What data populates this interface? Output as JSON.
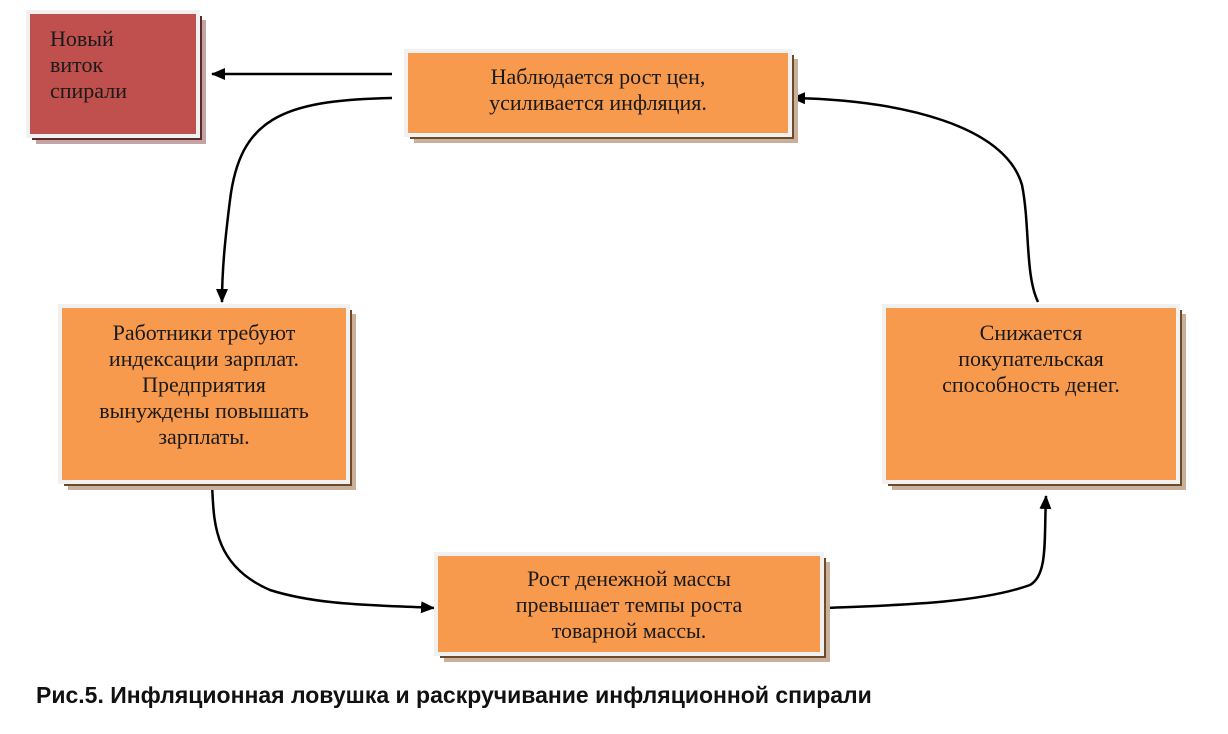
{
  "nodes": {
    "new_turn": "Новый\nвиток\nспирали",
    "price_growth": "Наблюдается рост цен,\nусиливается инфляция.",
    "wages": "Работники требуют\nиндексации зарплат.\nПредприятия\nвынуждены повышать\nзарплаты.",
    "money_supply": "Рост денежной массы\nпревышает темпы роста\nтоварной массы.",
    "purchasing_power": "Снижается\nпокупательская\nспособность денег."
  },
  "caption": "Рис.5. Инфляционная ловушка и раскручивание инфляционной спирали",
  "colors": {
    "box_fill": "#f79a4d",
    "new_turn_fill": "#c0504d",
    "arrow": "#000000"
  }
}
